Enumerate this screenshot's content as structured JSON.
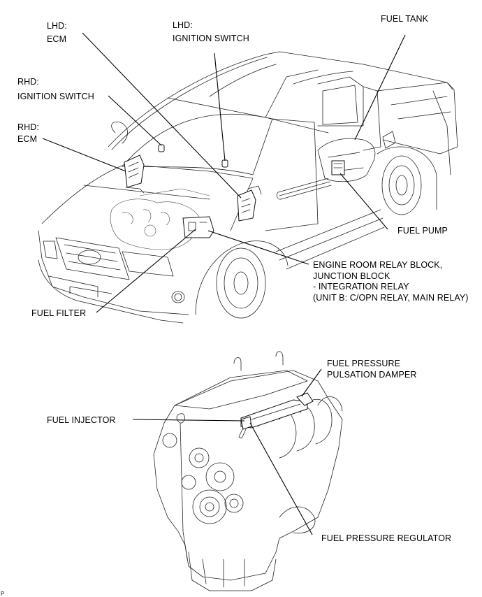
{
  "figure": {
    "title": "Fuel system component location",
    "figure_id": "P",
    "line_color": "#000000",
    "background": "#ffffff"
  },
  "labels": {
    "lhd_ecm": {
      "line1": "LHD:",
      "line2": "ECM"
    },
    "lhd_ignition_switch": {
      "line1": "LHD:",
      "line2": "IGNITION SWITCH"
    },
    "fuel_tank": {
      "line1": "FUEL TANK"
    },
    "rhd_ignition_switch": {
      "line1": "RHD:",
      "line2": "IGNITION SWITCH"
    },
    "rhd_ecm": {
      "line1": "RHD:",
      "line2": "ECM"
    },
    "fuel_pump": {
      "line1": "FUEL PUMP"
    },
    "relay_block": {
      "line1": "ENGINE ROOM RELAY BLOCK,",
      "line2": "JUNCTION BLOCK",
      "line3": "- INTEGRATION RELAY",
      "line4": "(UNIT B: C/OPN RELAY, MAIN RELAY)"
    },
    "fuel_filter": {
      "line1": "FUEL FILTER"
    },
    "fuel_pressure_pulsation_damper": {
      "line1": "FUEL PRESSURE",
      "line2": "PULSATION DAMPER"
    },
    "fuel_injector": {
      "line1": "FUEL INJECTOR"
    },
    "fuel_pressure_regulator": {
      "line1": "FUEL PRESSURE REGULATOR"
    }
  }
}
